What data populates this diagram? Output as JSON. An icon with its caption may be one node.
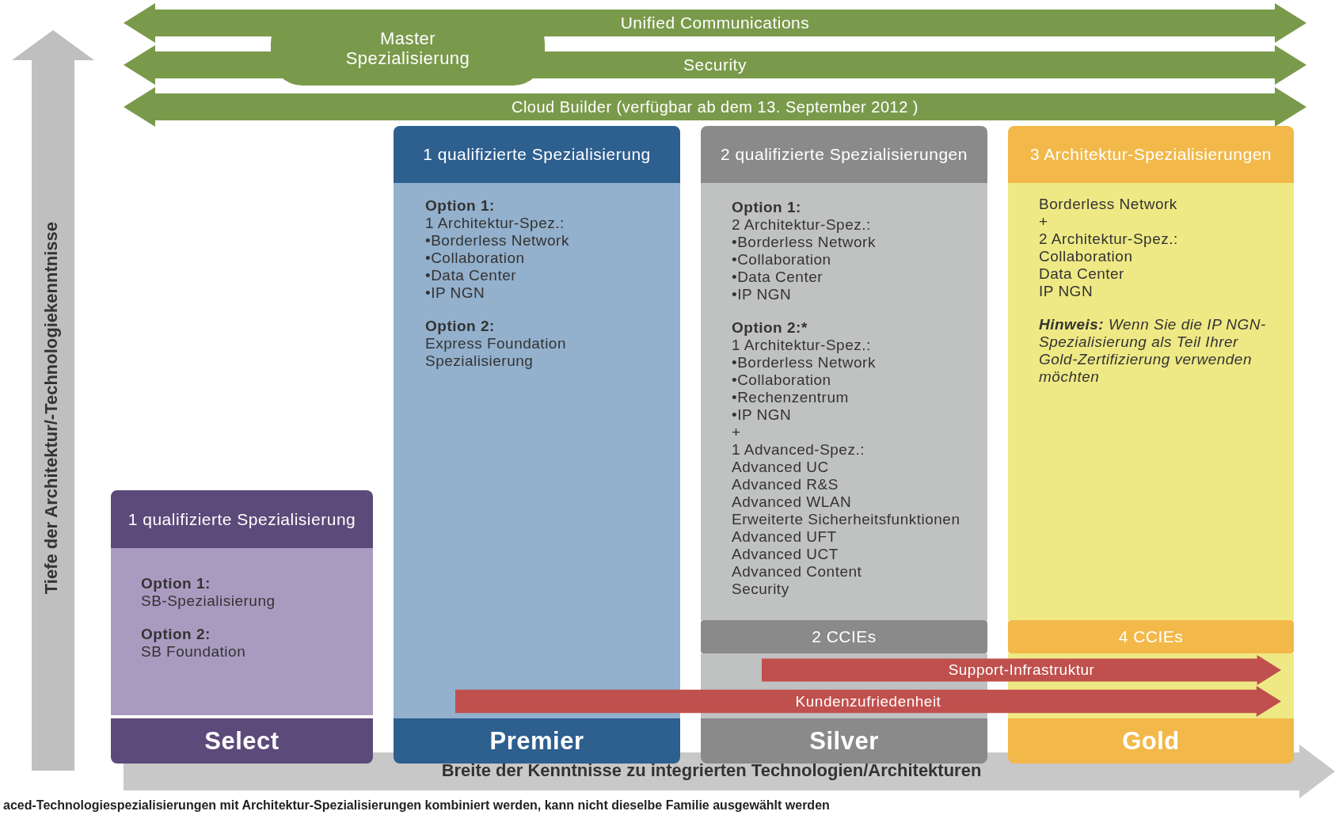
{
  "diagram": {
    "caption": "aced-Technologiespezialisierungen mit Architektur-Spezialisierungen kombiniert werden, kann nicht dieselbe Familie ausgewählt werden",
    "nodes": [
      {
        "text": [
          "Master Spezialisierung"
        ]
      },
      {
        "text": [
          "Unified Communications"
        ]
      },
      {
        "text": [
          "Security"
        ]
      },
      {
        "text": [
          "Cloud Builder (verfügbar ab dem 13. September 2012 )"
        ]
      },
      {
        "text": [
          "1 qualifizierte Spezialisierung"
        ]
      },
      {
        "text": [
          "Option 1:",
          "SB-Spezialisierung",
          "Option 2:",
          "SB Foundation"
        ]
      },
      {
        "text": [
          "Select"
        ]
      },
      {
        "text": [
          "1 qualifizierte Spezialisierung"
        ]
      },
      {
        "text": [
          "Option 1:",
          "1 Architektur-Spez.:",
          "•Borderless Network",
          "•Collaboration",
          "•Data Center",
          "•IP NGN",
          "Option 2:",
          "Express Foundation Spezialisierung"
        ]
      },
      {
        "text": [
          "Premier"
        ]
      },
      {
        "text": [
          "2 qualifizierte Spezialisierungen"
        ]
      },
      {
        "text": [
          "Option 1:",
          "2 Architektur-Spez.:",
          "•Borderless Network",
          "•Collaboration",
          "•Data Center",
          "•IP NGN",
          "Option 2:*",
          "1 Architektur-Spez.:",
          "•Borderless Network",
          "•Collaboration",
          "•Rechenzentrum",
          "•IP NGN",
          "+",
          "1 Advanced-Spez.:",
          "Advanced UC",
          "Advanced R&S",
          "Advanced WLAN",
          "Erweiterte Sicherheitsfunktionen",
          "Advanced UFT",
          "Advanced UCT",
          "Advanced Content Security"
        ]
      },
      {
        "text": [
          "2 CCIEs"
        ]
      },
      {
        "text": [
          "Silver"
        ]
      },
      {
        "text": [
          "3 Architektur-Spezialisierungen"
        ]
      },
      {
        "text": [
          "Borderless Network",
          "+",
          "2 Architektur-Spez.:",
          "Collaboration",
          "Data Center",
          "IP NGN",
          "**Hinweis:** Wenn Sie die IP NGN-Spezialisierung als Teil Ihrer Gold-Zertifizierung verwenden möchten"
        ]
      },
      {
        "text": [
          "4 CCIEs"
        ]
      },
      {
        "text": [
          "Gold"
        ]
      },
      {
        "text": [
          "Support-Infrastruktur"
        ]
      },
      {
        "text": [
          "Kundenzufriedenheit"
        ]
      }
    ],
    "edges": [],
    "labels": [
      "Tiefe der Architektur/-Technologiekenntnisse",
      "Breite der Kenntnisse zu integrierten Technologien/Architekturen"
    ]
  }
}
